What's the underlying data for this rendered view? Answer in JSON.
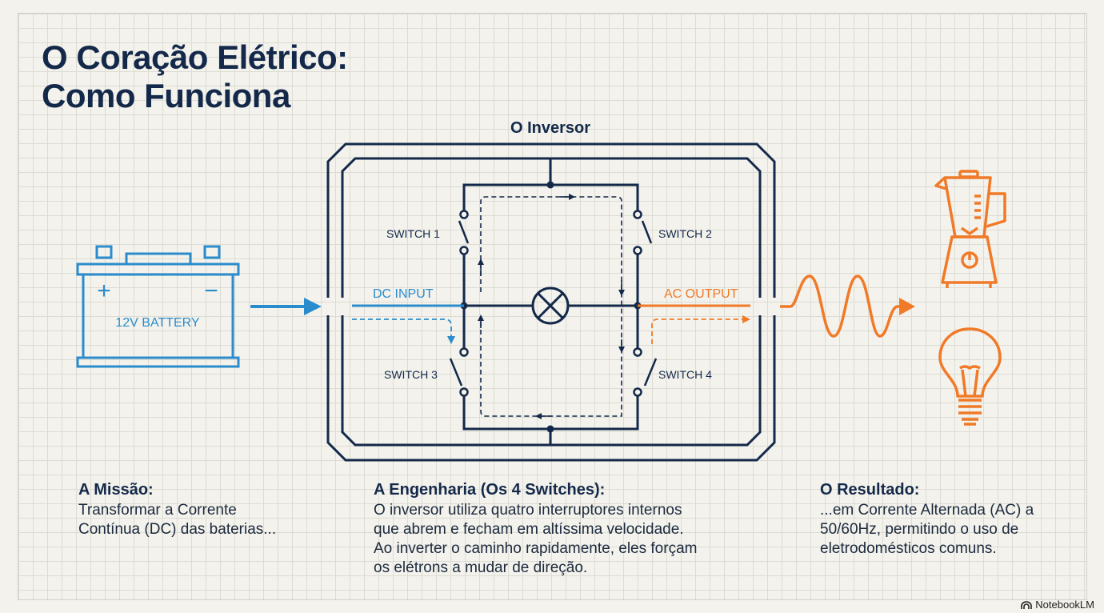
{
  "title": {
    "line1": "O Coração Elétrico:",
    "line2": "Como Funciona"
  },
  "diagram": {
    "inverter_label": "O Inversor",
    "battery_label": "12V BATTERY",
    "battery_plus": "+",
    "battery_minus": "−",
    "dc_input": "DC INPUT",
    "ac_output": "AC OUTPUT",
    "switches": [
      "SWITCH 1",
      "SWITCH 2",
      "SWITCH 3",
      "SWITCH 4"
    ]
  },
  "sections": [
    {
      "heading": "A Missão:",
      "lines": [
        "Transformar a Corrente",
        "Contínua (DC) das baterias..."
      ]
    },
    {
      "heading": "A Engenharia (Os 4 Switches):",
      "lines": [
        "O inversor utiliza quatro interruptores internos",
        "que abrem e fecham em altíssima velocidade.",
        "Ao inverter o caminho rapidamente, eles forçam",
        "os elétrons a mudar de direção."
      ]
    },
    {
      "heading": "O Resultado:",
      "lines": [
        "...em Corrente Alternada (AC) a",
        "50/60Hz, permitindo o uso de",
        "eletrodomésticos comuns."
      ]
    }
  ],
  "branding": "NotebookLM",
  "colors": {
    "navy": "#14294a",
    "blue": "#2b8ccd",
    "orange": "#f07a28"
  }
}
